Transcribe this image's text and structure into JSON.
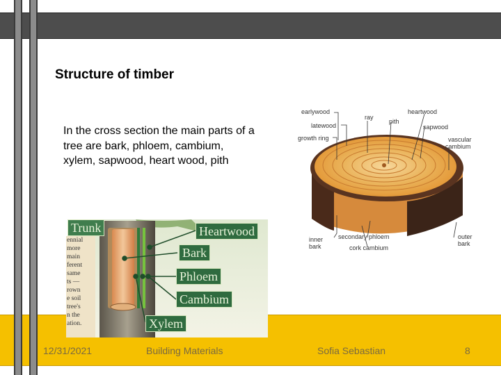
{
  "slide": {
    "title": "Structure of timber",
    "body": "In the cross section the main parts of a tree are bark, phloem, cambium, xylem, sapwood, heart wood, pith"
  },
  "trunk_figure": {
    "title_label": "Trunk",
    "labels": [
      "Heartwood",
      "Bark",
      "Phloem",
      "Cambium",
      "Xylem"
    ],
    "page_scrap_lines": [
      "ennial",
      "more",
      "main",
      "ferent",
      "same",
      "ts —",
      "rown",
      "e soil",
      "tree's",
      "n the",
      "ation."
    ]
  },
  "cross_section": {
    "labels": {
      "earlywood": "earlywood",
      "latewood": "latewood",
      "growth_ring": "growth ring",
      "ray": "ray",
      "pith": "pith",
      "heartwood": "heartwood",
      "sapwood": "sapwood",
      "vascular": "vascular",
      "cambium": "cambium",
      "inner": "inner",
      "bark": "bark",
      "secondary_phloem": "secondary phloem",
      "cork_cambium": "cork cambium",
      "outer": "outer",
      "outer_bark": "bark"
    }
  },
  "footer": {
    "date": "12/31/2021",
    "course": "Building Materials",
    "author": "Sofia Sebastian",
    "page": "8"
  }
}
